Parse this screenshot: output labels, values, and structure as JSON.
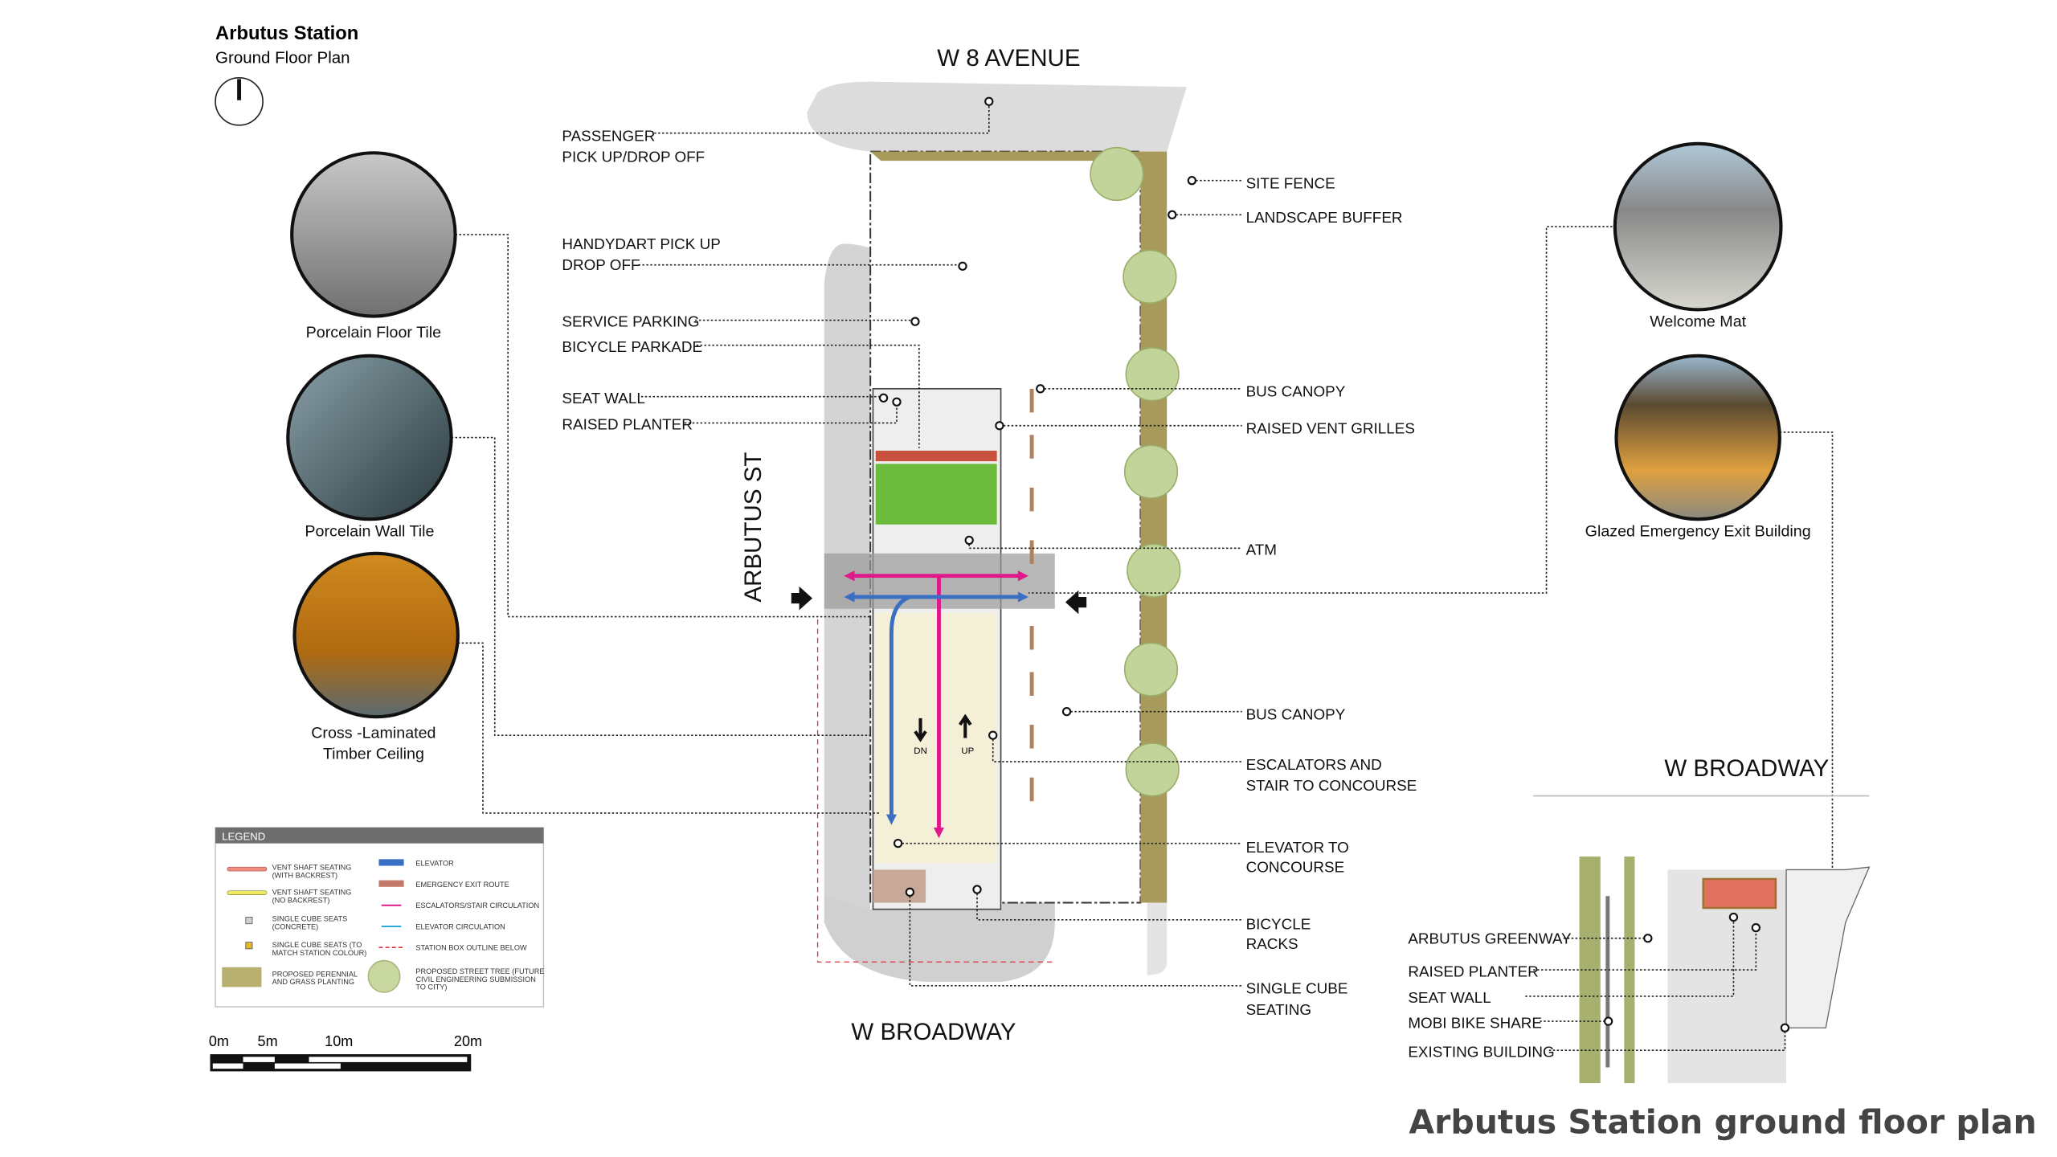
{
  "header": {
    "title": "Arbutus Station",
    "subtitle": "Ground Floor Plan",
    "north_arrow_icon": "north-arrow-icon"
  },
  "streets": {
    "north": "W 8 AVENUE",
    "west": "ARBUTUS ST",
    "south": "W BROADWAY"
  },
  "callouts_left": [
    {
      "line1": "PASSENGER",
      "line2": "PICK UP/DROP OFF"
    },
    {
      "line1": "HANDYDART PICK UP",
      "line2": "DROP OFF"
    },
    {
      "line1": "SERVICE PARKING"
    },
    {
      "line1": "BICYCLE PARKADE"
    },
    {
      "line1": "SEAT WALL"
    },
    {
      "line1": "RAISED PLANTER"
    }
  ],
  "callouts_right": [
    {
      "line1": "SITE FENCE"
    },
    {
      "line1": "LANDSCAPE BUFFER"
    },
    {
      "line1": "BUS CANOPY"
    },
    {
      "line1": "RAISED VENT GRILLES"
    },
    {
      "line1": "ATM"
    },
    {
      "line1": "BUS CANOPY"
    },
    {
      "line1": "ESCALATORS AND",
      "line2": "STAIR TO CONCOURSE"
    },
    {
      "line1": "ELEVATOR TO",
      "line2": "CONCOURSE"
    },
    {
      "line1": "BICYCLE",
      "line2": "RACKS"
    },
    {
      "line1": "SINGLE CUBE",
      "line2": "SEATING"
    }
  ],
  "floor_marks": {
    "down": "DN",
    "up": "UP"
  },
  "materials": [
    {
      "line1": "Porcelain Floor Tile"
    },
    {
      "line1": "Porcelain Wall Tile"
    },
    {
      "line1": "Cross -Laminated",
      "line2": "Timber Ceiling"
    },
    {
      "line1": "Welcome Mat"
    },
    {
      "line1": "Glazed Emergency Exit Building"
    }
  ],
  "legend": {
    "title": "LEGEND",
    "items_left": [
      {
        "line1": "VENT SHAFT SEATING",
        "line2": "(WITH BACKREST)",
        "color": "#f08c80"
      },
      {
        "line1": "VENT SHAFT SEATING",
        "line2": "(NO BACKREST)",
        "color": "#f0ea60"
      },
      {
        "line1": "SINGLE CUBE SEATS",
        "line2": "(CONCRETE)",
        "color": "#d0d0d0"
      },
      {
        "line1": "SINGLE CUBE SEATS (TO",
        "line2": "MATCH STATION COLOUR)",
        "color": "#e2b630"
      },
      {
        "line1": "PROPOSED PERENNIAL",
        "line2": "AND GRASS PLANTING",
        "color": "#b8b070"
      }
    ],
    "items_right": [
      {
        "line1": "ELEVATOR",
        "color": "#3a6fc4"
      },
      {
        "line1": "EMERGENCY EXIT ROUTE",
        "color": "#c47a68"
      },
      {
        "line1": "ESCALATORS/STAIR CIRCULATION",
        "color": "#e0198a"
      },
      {
        "line1": "ELEVATOR CIRCULATION",
        "color": "#2aa8e0"
      },
      {
        "line1": "STATION BOX OUTLINE BELOW",
        "color": "#e03040"
      },
      {
        "line1": "PROPOSED STREET TREE (FUTURE",
        "line2": "CIVIL ENGINEERING SUBMISSION",
        "line3": "TO CITY)",
        "color": "#c8d8a0"
      }
    ]
  },
  "scale_bar": {
    "ticks": [
      "0m",
      "5m",
      "10m",
      "20m"
    ]
  },
  "inset": {
    "street": "W BROADWAY",
    "labels": [
      "ARBUTUS GREENWAY",
      "RAISED PLANTER",
      "SEAT WALL",
      "MOBI BIKE SHARE",
      "EXISTING BUILDING"
    ]
  },
  "footer": {
    "title": "Arbutus Station ground floor plan"
  }
}
